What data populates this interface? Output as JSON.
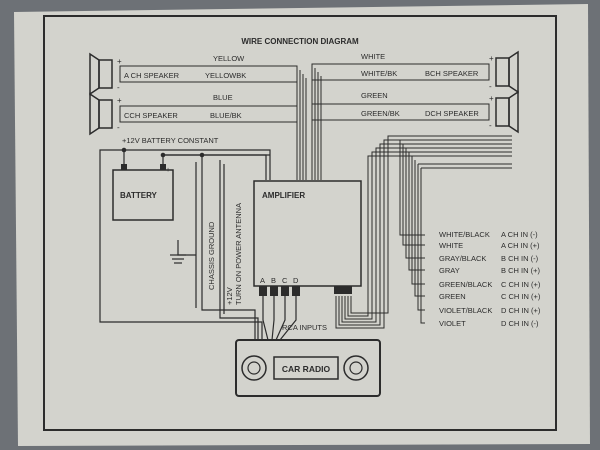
{
  "title": "WIRE CONNECTION DIAGRAM",
  "speakers": {
    "a": {
      "label": "A CH SPEAKER",
      "wire_pos": "YELLOW",
      "wire_neg": "YELLOWBK"
    },
    "b": {
      "label": "BCH SPEAKER",
      "wire_pos": "WHITE",
      "wire_neg": "WHITE/BK"
    },
    "c": {
      "label": "CCH SPEAKER",
      "wire_pos": "BLUE",
      "wire_neg": "BLUE/BK"
    },
    "d": {
      "label": "DCH SPEAKER",
      "wire_pos": "GREEN",
      "wire_neg": "GREEN/BK"
    }
  },
  "battery": {
    "label": "BATTERY",
    "wire_label": "+12V BATTERY CONSTANT"
  },
  "chassis_ground": "CHASSIS GROUND",
  "turn_on": {
    "voltage": "+12V",
    "label": "TURN ON POWER ANTENNA"
  },
  "amplifier": {
    "label": "AMPLIFIER",
    "inputs": [
      "A",
      "B",
      "C",
      "D"
    ]
  },
  "rca_inputs": "RCA INPUTS",
  "car_radio": "CAR RADIO",
  "input_wires": [
    {
      "color": "WHITE/BLACK",
      "channel": "A CH IN (-)"
    },
    {
      "color": "WHITE",
      "channel": "A CH IN (+)"
    },
    {
      "color": "GRAY/BLACK",
      "channel": "B CH IN (-)"
    },
    {
      "color": "GRAY",
      "channel": "B CH IN (+)"
    },
    {
      "color": "GREEN/BLACK",
      "channel": "C CH IN (+)"
    },
    {
      "color": "GREEN",
      "channel": "C CH IN (+)"
    },
    {
      "color": "VIOLET/BLACK",
      "channel": "D CH IN (+)"
    },
    {
      "color": "VIOLET",
      "channel": "D CH IN (-)"
    }
  ],
  "colors": {
    "paper": "#d3d3cd",
    "ink": "#2c2c2c",
    "wall": "#6d7176"
  }
}
